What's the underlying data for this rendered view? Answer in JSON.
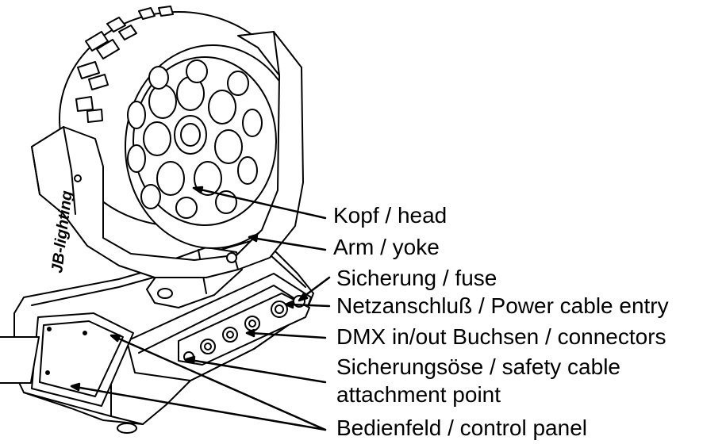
{
  "brand": {
    "logo_text": "JB-lighting"
  },
  "callouts": {
    "head": "Kopf / head",
    "yoke": "Arm / yoke",
    "fuse": "Sicherung / fuse",
    "power": "Netzanschluß / Power cable entry",
    "dmx": "DMX in/out Buchsen / connectors",
    "safety_line1": "Sicherungsöse / safety cable",
    "safety_line2": "attachment point",
    "control": "Bedienfeld / control panel"
  },
  "colors": {
    "line": "#000000",
    "fill": "#ffffff",
    "shade": "#e6e6e6"
  }
}
